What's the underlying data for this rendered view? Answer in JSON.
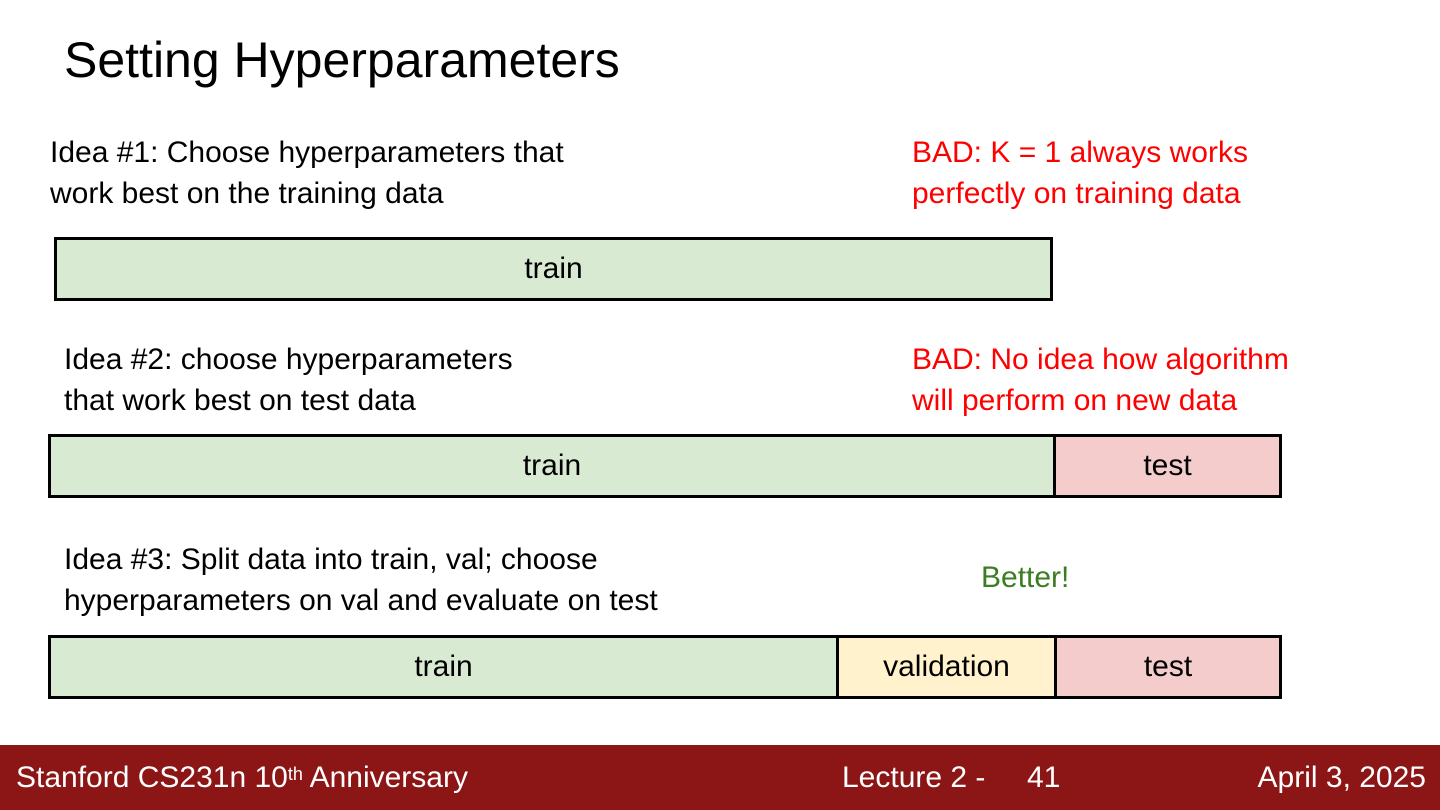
{
  "slide": {
    "title": "Setting Hyperparameters"
  },
  "ideas": [
    {
      "lines": [
        "Idea #1: Choose hyperparameters that",
        "work best on the training data"
      ],
      "verdict_lines": [
        "BAD: K = 1 always works",
        "perfectly on training data"
      ],
      "segments": [
        "train"
      ]
    },
    {
      "lines": [
        "Idea #2: choose hyperparameters",
        "that work best on test data"
      ],
      "verdict_lines": [
        "BAD: No idea how algorithm",
        "will perform on new data"
      ],
      "segments": [
        "train",
        "test"
      ]
    },
    {
      "lines": [
        "Idea #3: Split data into train, val; choose",
        "hyperparameters on val and evaluate on test"
      ],
      "verdict_lines": [
        "Better!"
      ],
      "segments": [
        "train",
        "validation",
        "test"
      ]
    }
  ],
  "colors": {
    "train": "#d9ead3",
    "validation": "#fff2cc",
    "test": "#f4cccc",
    "bad": "#ff0000",
    "better": "#3b7d23",
    "footer": "#8c1515"
  },
  "footer": {
    "course": "Stanford CS231n 10",
    "course_sup": "th",
    "course_rest": " Anniversary",
    "lecture": "Lecture 2 -",
    "page": "41",
    "date": "April 3, 2025"
  }
}
